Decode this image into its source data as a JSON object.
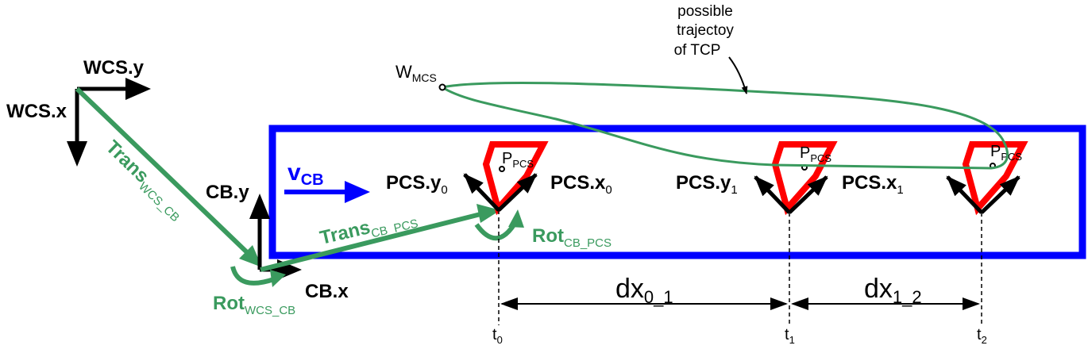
{
  "labels": {
    "wcs_y": "WCS.y",
    "wcs_x": "WCS.x",
    "trans_wcs_cb": {
      "main": "Trans",
      "sub": "WCS_CB"
    },
    "cb_y": "CB.y",
    "cb_x": "CB.x",
    "rot_wcs_cb": {
      "main": "Rot",
      "sub": "WCS_CB"
    },
    "v_cb": {
      "main": "v",
      "sub": "CB"
    },
    "trans_cb_pcs": {
      "main": "Trans",
      "sub": "CB_PCS"
    },
    "rot_cb_pcs": {
      "main": "Rot",
      "sub": "CB_PCS"
    },
    "pcs0_y": {
      "main": "PCS.y",
      "sub": "0"
    },
    "pcs0_x": {
      "main": "PCS.x",
      "sub": "0"
    },
    "pcs1_y": {
      "main": "PCS.y",
      "sub": "1"
    },
    "pcs1_x": {
      "main": "PCS.x",
      "sub": "1"
    },
    "p_pcs": {
      "main": "P",
      "sub": "PCS"
    },
    "w_mcs": {
      "main": "W",
      "sub": "MCS"
    },
    "trajectory_note": [
      "possible",
      "trajectoy",
      "of TCP"
    ],
    "dx01": {
      "main": "dx",
      "sub": "0_1"
    },
    "dx12": {
      "main": "dx",
      "sub": "1_2"
    },
    "t0": {
      "main": "t",
      "sub": "0"
    },
    "t1": {
      "main": "t",
      "sub": "1"
    },
    "t2": {
      "main": "t",
      "sub": "2"
    }
  },
  "colors": {
    "conveyor_frame": "#0000ff",
    "transform": "#3a9a5e",
    "part": "#ff0000",
    "axes": "#000000"
  }
}
